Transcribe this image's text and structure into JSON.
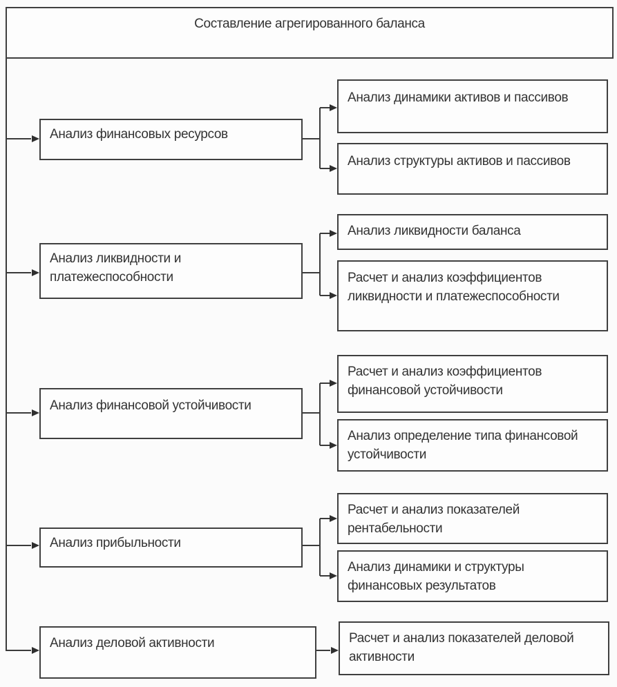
{
  "title": "Составление агрегированного баланса",
  "rows": [
    {
      "main": "Анализ финансовых ресурсов",
      "subs": [
        "Анализ динамики активов и пассивов",
        "Анализ структуры активов и пассивов"
      ]
    },
    {
      "main": "Анализ ликвидности и\nплатежеспособности",
      "subs": [
        "Анализ ликвидности баланса",
        "Расчет и анализ коэффициентов\nликвидности и платежеспособности"
      ]
    },
    {
      "main": "Анализ финансовой устойчивости",
      "subs": [
        "Расчет и анализ коэффициентов\nфинансовой устойчивости",
        "Анализ определение типа финансовой\nустойчивости"
      ]
    },
    {
      "main": "Анализ прибыльности",
      "subs": [
        "Расчет и анализ показателей\nрентабельности",
        "Анализ динамики и структуры\nфинансовых результатов"
      ]
    },
    {
      "main": "Анализ деловой активности",
      "subs": [
        "Расчет и анализ показателей деловой\nактивности"
      ]
    }
  ],
  "colors": {
    "line": "#3a3a3a",
    "border": "#3f3f3f",
    "text": "#333333",
    "background": "#fbfbfb",
    "box_background": "#fdfdfd"
  }
}
